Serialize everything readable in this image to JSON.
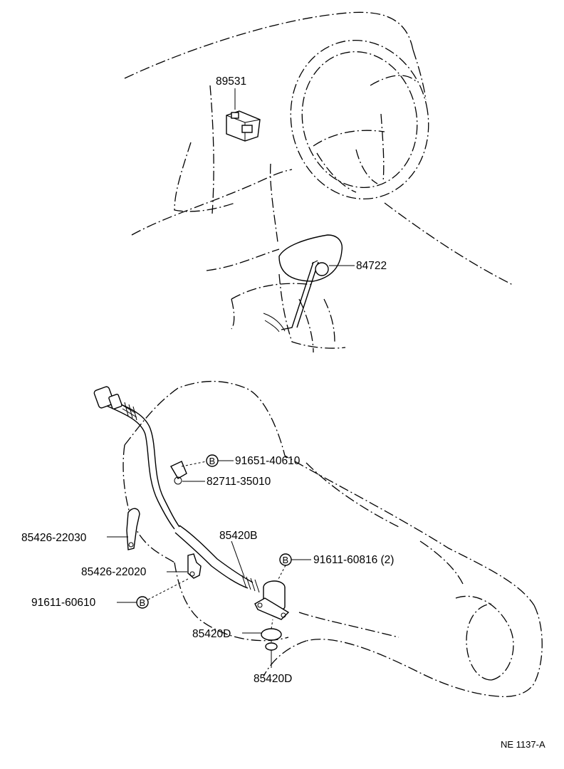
{
  "parts": {
    "p89531": "89531",
    "p84722": "84722",
    "p91651": "91651-40610",
    "p82711": "82711-35010",
    "p85426a": "85426-22030",
    "p85420b": "85420B",
    "p85426b": "85426-22020",
    "p91611a": "91611-60816 (2)",
    "p91611b": "91611-60610",
    "p85420d1": "85420D",
    "p85420d2": "85420D"
  },
  "markers": {
    "b1": "B",
    "b2": "B",
    "b3": "B"
  },
  "drawing_code": "NE 1137-A"
}
